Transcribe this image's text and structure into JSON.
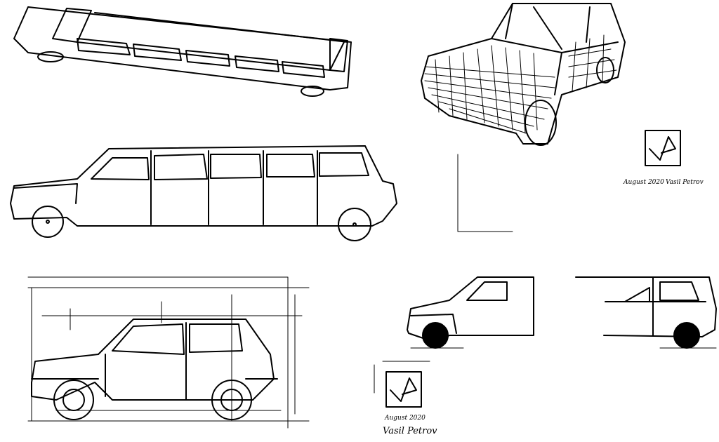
{
  "signatures": [
    {
      "logo": "VP monogram",
      "date": "August 2020",
      "name": "Vasil Petrov"
    },
    {
      "logo": "VP monogram",
      "date": "August 2020",
      "name": "Vasil Petrov"
    }
  ],
  "colors": {
    "ink": "#000000",
    "paper": "#ffffff"
  }
}
